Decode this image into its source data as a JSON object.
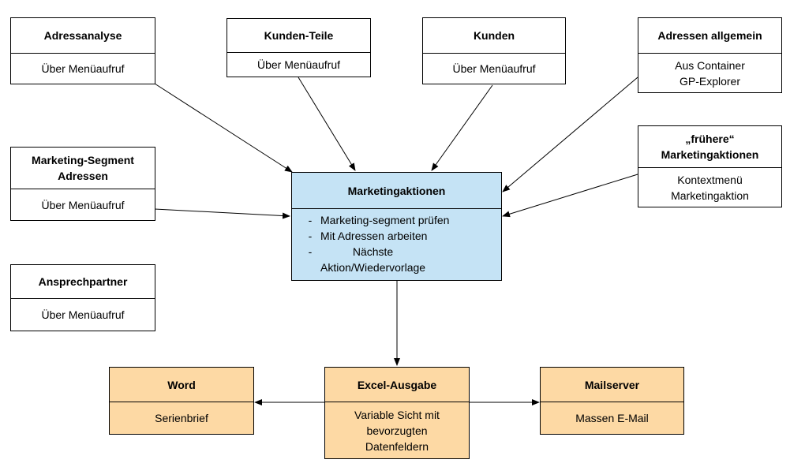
{
  "boxes": {
    "adressanalyse": {
      "title": [
        "Adressanalyse"
      ],
      "body": [
        "Über Menüaufruf"
      ]
    },
    "kunden_teile": {
      "title": [
        "Kunden-Teile"
      ],
      "body": [
        "Über Menüaufruf"
      ]
    },
    "kunden": {
      "title": [
        "Kunden"
      ],
      "body": [
        "Über Menüaufruf"
      ]
    },
    "adressen_allgemein": {
      "title": [
        "Adressen allgemein"
      ],
      "body": [
        "Aus Container",
        "GP-Explorer"
      ]
    },
    "fruehere": {
      "title": [
        "„frühere“",
        "Marketingaktionen"
      ],
      "body": [
        "Kontextmenü",
        "Marketingaktion"
      ]
    },
    "marketing_segment": {
      "title": [
        "Marketing-Segment",
        "Adressen"
      ],
      "body": [
        "Über Menüaufruf"
      ]
    },
    "ansprechpartner": {
      "title": [
        "Ansprechpartner"
      ],
      "body": [
        "Über Menüaufruf"
      ]
    },
    "marketingaktionen": {
      "title": [
        "Marketingaktionen"
      ],
      "bullets": [
        {
          "dash": "-",
          "lines": [
            "Marketing-segment prüfen"
          ]
        },
        {
          "dash": "-",
          "lines": [
            "Mit Adressen arbeiten"
          ]
        },
        {
          "dash": "-",
          "lines": [
            "Nächste",
            "Aktion/Wiedervorlage"
          ]
        }
      ]
    },
    "word": {
      "title": [
        "Word"
      ],
      "body": [
        "Serienbrief"
      ]
    },
    "excel": {
      "title": [
        "Excel-Ausgabe"
      ],
      "body": [
        "Variable Sicht mit",
        "bevorzugten",
        "Datenfeldern"
      ]
    },
    "mailserver": {
      "title": [
        "Mailserver"
      ],
      "body": [
        "Massen E-Mail"
      ]
    }
  },
  "colors": {
    "main_fill": "#c5e3f5",
    "output_fill": "#fdd9a4",
    "line": "#000000"
  }
}
